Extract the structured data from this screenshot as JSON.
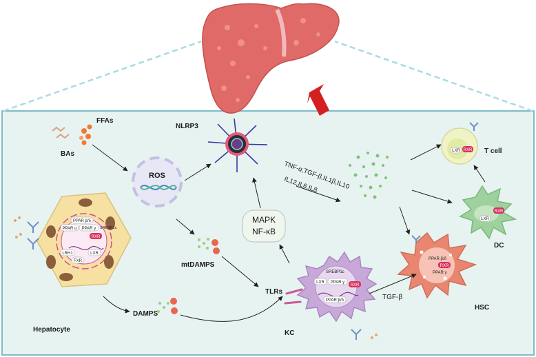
{
  "labels": {
    "ffas": "FFAs",
    "bas": "BAs",
    "ros": "ROS",
    "nlrp3": "NLRP3",
    "mapk": "MAPK",
    "nfkb": "NF-κB",
    "mtdamps": "mtDAMPS",
    "damps": "DAMPS",
    "tlrs": "TLRs",
    "kc": "KC",
    "hepatocyte": "Hepatocyte",
    "hsc": "HSC",
    "dc": "DC",
    "tcell": "T cell",
    "tgfb": "TGF-β",
    "cytokines_line1": "TNF-α,TGF-β,IL1β,IL10",
    "cytokines_line2": "IL12,IL6,IL8"
  },
  "hepatocyte_receptors": {
    "ppar_bd": "PPAR β/δ",
    "ppar_a": "PPAR α",
    "ppar_g": "PPAR γ",
    "srebp1c": "SREBP1c",
    "rxr": "RXR",
    "lrh1": "LRH1",
    "lxr": "LXR",
    "fxr": "FXR"
  },
  "kc_receptors": {
    "srebp1c": "SREBP1c",
    "lxr": "LXR",
    "ppar_g": "PPAR γ",
    "rxr": "RXR",
    "ppar_bd": "PPAR β/δ"
  },
  "hsc_receptors": {
    "ppar_bd": "PPAR β/δ",
    "rxr": "RXR",
    "ppar_g": "PPAR γ"
  },
  "dc_receptors": {
    "rxr": "RXR",
    "lxr": "LXR"
  },
  "tcell_receptors": {
    "lxr": "LXR",
    "rxr": "RXR"
  },
  "colors": {
    "panel_bg": "#e7f3f1",
    "panel_border": "#7fbcc7",
    "liver": "#e06a67",
    "hepatocyte": "#f6e0a2",
    "kc": "#c8a8d8",
    "hsc": "#e98670",
    "dc": "#9ed19d",
    "tcell": "#f0f3c6",
    "rxr": "#d8335e",
    "up_arrow": "#d42020"
  }
}
